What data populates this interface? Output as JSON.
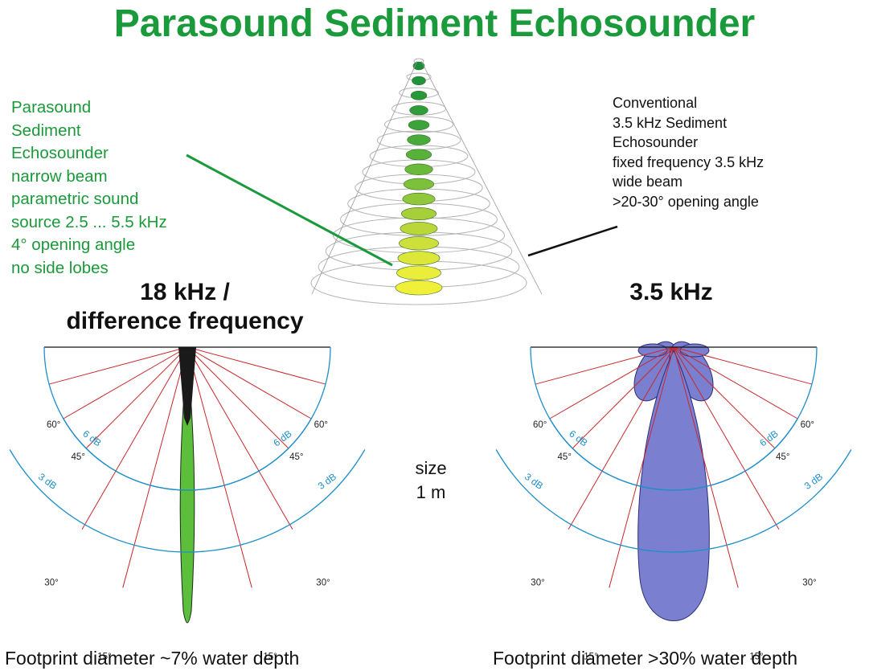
{
  "title": "Parasound Sediment Echosounder",
  "left_description": [
    "Parasound",
    "Sediment",
    "Echosounder",
    "narrow beam",
    "parametric sound",
    "source 2.5 ... 5.5 kHz",
    "4° opening angle",
    "no side lobes"
  ],
  "right_description": [
    "Conventional",
    "3.5 kHz Sediment",
    "Echosounder",
    "fixed frequency 3.5 kHz",
    "wide beam",
    ">20-30° opening angle"
  ],
  "left_diagram": {
    "heading": [
      "18 kHz /",
      "difference frequency"
    ],
    "angle_labels": {
      "a60": "60°",
      "a45": "45°",
      "a30": "30°",
      "a15": "15°"
    },
    "ring_labels": {
      "outer": "6 dB",
      "inner": "3 dB"
    },
    "footer": "Footprint diameter ~7% water depth"
  },
  "right_diagram": {
    "heading": "3.5 kHz",
    "angle_labels": {
      "a60": "60°",
      "a45": "45°",
      "a30": "30°",
      "a15": "15°"
    },
    "ring_labels": {
      "outer": "6 dB",
      "inner": "3 dB"
    },
    "footer": "Footprint diameter >30% water depth"
  },
  "size_label": [
    "size",
    "1 m"
  ],
  "colors": {
    "title_green": "#1a9a3a",
    "narrow_beam_fill": "#5cbf3c",
    "wide_beam_fill": "#7a7fcf",
    "radial_lines": "#c8282c",
    "db_rings": "#1e8fc8"
  }
}
